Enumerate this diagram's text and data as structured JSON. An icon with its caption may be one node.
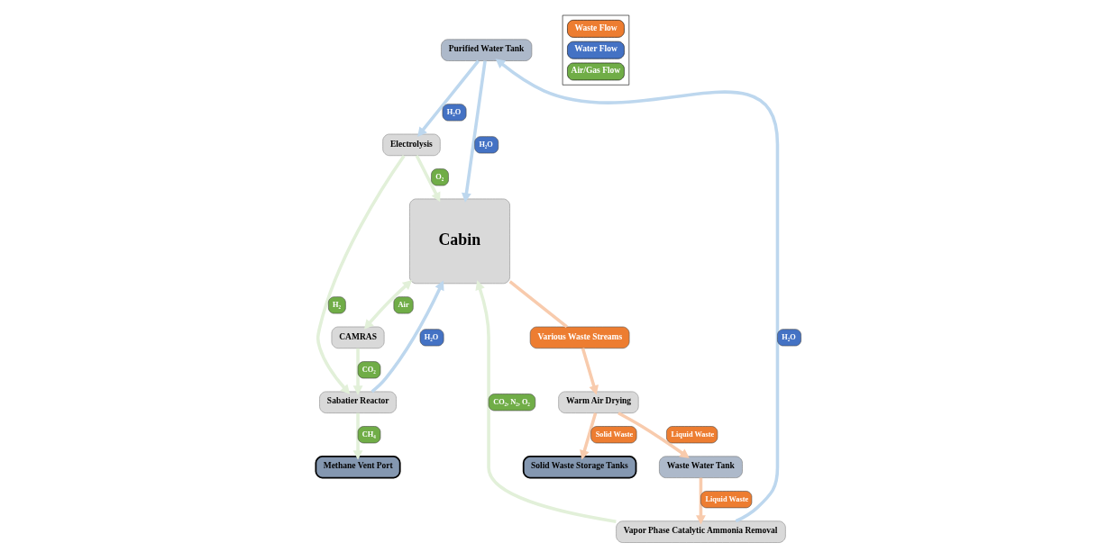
{
  "diagram": {
    "nodes": [
      {
        "text": [
          "Purified Water Tank"
        ]
      },
      {
        "text": [
          "Electrolysis"
        ]
      },
      {
        "text": [
          "Methane Vent Port"
        ]
      },
      {
        "text": [
          "Vapor Phase Catalytic Ammonia Removal"
        ]
      },
      {
        "text": [
          "Cabin"
        ]
      },
      {
        "text": [
          "Sabatier Reactor"
        ]
      },
      {
        "text": [
          "Various Waste Streams"
        ]
      },
      {
        "text": [
          "Waste Water Tank"
        ]
      },
      {
        "text": [
          "Warm Air Drying"
        ]
      },
      {
        "text": [
          "Solid Waste Storage Tanks"
        ]
      },
      {
        "text": [
          "CAMRAS"
        ]
      }
    ],
    "edges": [
      {
        "from": 0,
        "to": 1,
        "arrow": "to",
        "label": "H₂O",
        "color": "#bdd7ee"
      },
      {
        "from": 0,
        "to": 4,
        "arrow": "to",
        "label": "H₂O",
        "color": "#bdd7ee"
      },
      {
        "from": 1,
        "to": 4,
        "arrow": "to",
        "label": "O₂",
        "color": "#e2f0d9"
      },
      {
        "from": 1,
        "to": 5,
        "arrow": "to",
        "label": "H₂",
        "color": "#e2f0d9"
      },
      {
        "from": 5,
        "to": 2,
        "arrow": "to",
        "label": "CH₄",
        "color": "#e2f0d9"
      },
      {
        "from": 3,
        "to": 0,
        "arrow": "to",
        "label": "H₂O",
        "color": "#bdd7ee"
      },
      {
        "from": 3,
        "to": 4,
        "arrow": "to",
        "label": "CO₂, N₂, O₂",
        "color": "#e2f0d9"
      },
      {
        "from": 5,
        "to": 4,
        "arrow": "to",
        "label": "H₂O",
        "color": "#bdd7ee"
      },
      {
        "from": 10,
        "to": 5,
        "arrow": "to",
        "label": "CO₂",
        "color": "#e2f0d9"
      },
      {
        "from": 4,
        "to": 10,
        "arrow": "both",
        "label": "Air",
        "color": "#e2f0d9"
      },
      {
        "from": 4,
        "to": 6,
        "arrow": "none",
        "color": "#f8cbad"
      },
      {
        "from": 6,
        "to": 8,
        "arrow": "to",
        "color": "#f8cbad"
      },
      {
        "from": 7,
        "to": 3,
        "arrow": "to",
        "label": "Liquid Waste",
        "color": "#f8cbad"
      },
      {
        "from": 8,
        "to": 7,
        "arrow": "to",
        "label": "Liquid Waste",
        "color": "#f8cbad"
      },
      {
        "from": 8,
        "to": 9,
        "arrow": "to",
        "label": "Solid Waste",
        "color": "#f8cbad"
      }
    ],
    "legend": [
      {
        "text": "Waste Flow",
        "color": "#ed7d31"
      },
      {
        "text": "Water Flow",
        "color": "#4472c4"
      },
      {
        "text": "Air/Gas Flow",
        "color": "#70ad47"
      }
    ]
  }
}
